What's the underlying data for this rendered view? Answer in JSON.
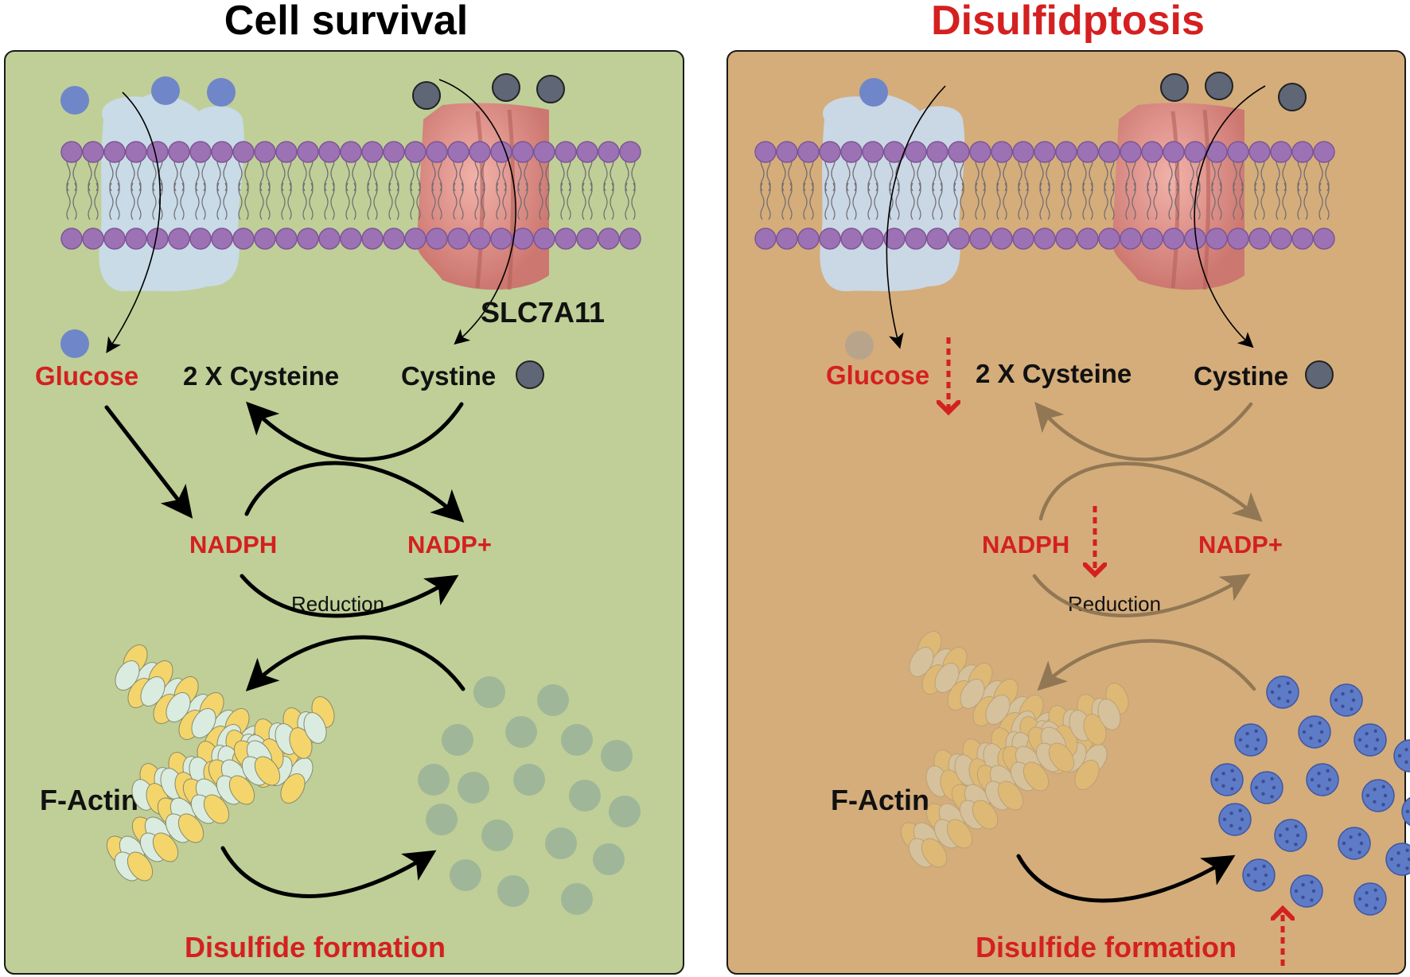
{
  "panels": [
    {
      "id": "left",
      "title": "Cell survival",
      "title_color": "#000000",
      "background": "#bfcf97",
      "labels": {
        "glucose": "Glucose",
        "cysteine": "2 X Cysteine",
        "cystine": "Cystine",
        "slc7a11": "SLC7A11",
        "nadph": "NADPH",
        "nadp": "NADP+",
        "reduction": "Reduction",
        "factin": "F-Actin",
        "disulfide": "Disulfide formation"
      }
    },
    {
      "id": "right",
      "title": "Disulfidptosis",
      "title_color": "#d42020",
      "background": "#d4ad7b",
      "labels": {
        "glucose": "Glucose",
        "cysteine": "2 X Cysteine",
        "cystine": "Cystine",
        "nadph": "NADPH",
        "nadp": "NADP+",
        "reduction": "Reduction",
        "factin": "F-Actin",
        "disulfide": "Disulfide formation"
      }
    }
  ],
  "colors": {
    "red_text": "#d42020",
    "membrane_head": "#9d72b5",
    "glucose_molecule": "#6f86c8",
    "cystine_molecule": "#5f6676",
    "glut_transporter": "#c9dcef",
    "slc7a11_transporter": "#e0908a",
    "actin_yellow": "#f3d56c",
    "actin_mint": "#d9ecdf"
  },
  "icons": [
    "glucose-transporter-icon",
    "slc7a11-transporter-icon",
    "lipid-bilayer-icon",
    "f-actin-filament-icon",
    "disulfide-aggregate-icon"
  ]
}
